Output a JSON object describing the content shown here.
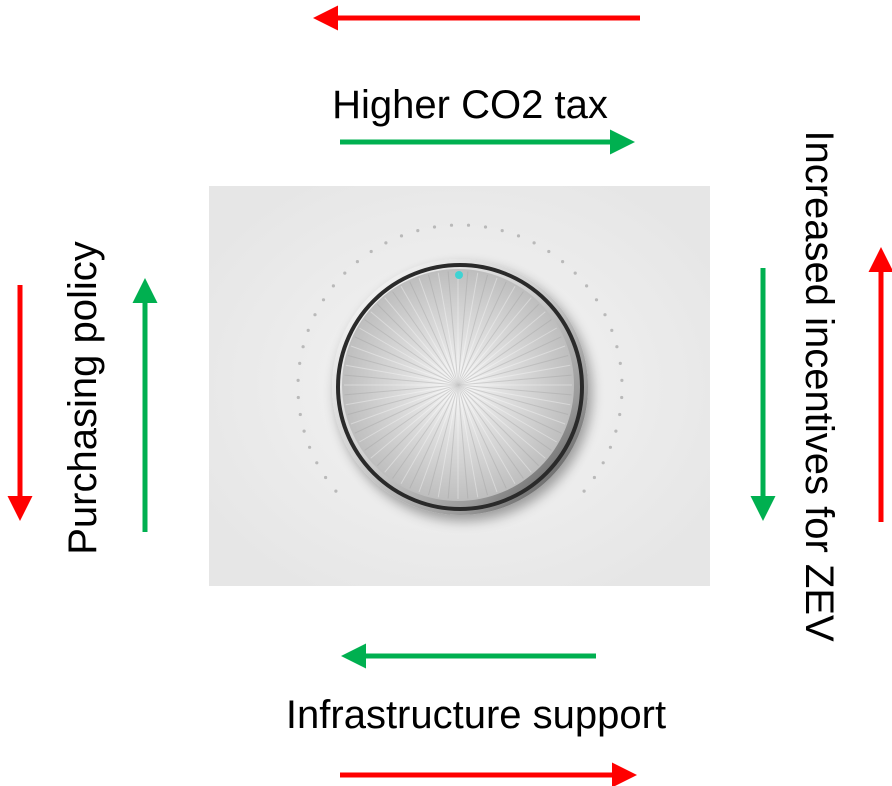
{
  "labels": {
    "top": "Higher CO2 tax",
    "bottom": "Infrastructure support",
    "left": "Purchasing policy",
    "right": "Increased incentives for ZEV"
  },
  "colors": {
    "increase": "#00b050",
    "decrease": "#ff0000",
    "panel": "#ececec",
    "indicator": "#3fd3d3"
  },
  "icons": {
    "knob": "volume-knob-icon"
  }
}
